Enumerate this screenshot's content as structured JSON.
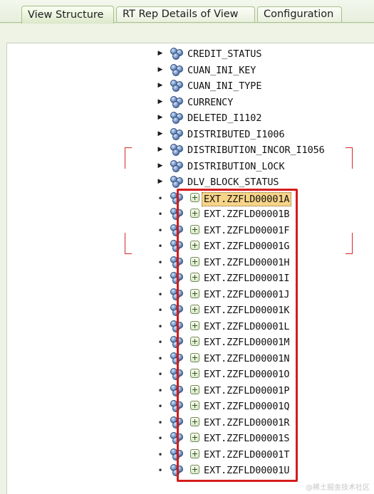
{
  "tabs": [
    {
      "label": "View Structure",
      "active": true
    },
    {
      "label": "RT Rep Details of View",
      "active": false
    },
    {
      "label": "Configuration",
      "active": false
    }
  ],
  "tree": {
    "fields": [
      {
        "label": "CREDIT_STATUS",
        "kind": "attribute",
        "expandable": true
      },
      {
        "label": "CUAN_INI_KEY",
        "kind": "attribute",
        "expandable": true
      },
      {
        "label": "CUAN_INI_TYPE",
        "kind": "attribute",
        "expandable": true
      },
      {
        "label": "CURRENCY",
        "kind": "attribute",
        "expandable": true
      },
      {
        "label": "DELETED_I1102",
        "kind": "attribute",
        "expandable": true
      },
      {
        "label": "DISTRIBUTED_I1006",
        "kind": "attribute",
        "expandable": true
      },
      {
        "label": "DISTRIBUTION_INCOR_I1056",
        "kind": "attribute",
        "expandable": true
      },
      {
        "label": "DISTRIBUTION_LOCK",
        "kind": "attribute",
        "expandable": true
      },
      {
        "label": "DLV_BLOCK_STATUS",
        "kind": "attribute",
        "expandable": true
      },
      {
        "label": "EXT.ZZFLD00001A",
        "kind": "extension",
        "expandable": false,
        "selected": true
      },
      {
        "label": "EXT.ZZFLD00001B",
        "kind": "extension",
        "expandable": false
      },
      {
        "label": "EXT.ZZFLD00001F",
        "kind": "extension",
        "expandable": false
      },
      {
        "label": "EXT.ZZFLD00001G",
        "kind": "extension",
        "expandable": false
      },
      {
        "label": "EXT.ZZFLD00001H",
        "kind": "extension",
        "expandable": false
      },
      {
        "label": "EXT.ZZFLD00001I",
        "kind": "extension",
        "expandable": false
      },
      {
        "label": "EXT.ZZFLD00001J",
        "kind": "extension",
        "expandable": false
      },
      {
        "label": "EXT.ZZFLD00001K",
        "kind": "extension",
        "expandable": false
      },
      {
        "label": "EXT.ZZFLD00001L",
        "kind": "extension",
        "expandable": false
      },
      {
        "label": "EXT.ZZFLD00001M",
        "kind": "extension",
        "expandable": false
      },
      {
        "label": "EXT.ZZFLD00001N",
        "kind": "extension",
        "expandable": false
      },
      {
        "label": "EXT.ZZFLD00001O",
        "kind": "extension",
        "expandable": false
      },
      {
        "label": "EXT.ZZFLD00001P",
        "kind": "extension",
        "expandable": false
      },
      {
        "label": "EXT.ZZFLD00001Q",
        "kind": "extension",
        "expandable": false
      },
      {
        "label": "EXT.ZZFLD00001R",
        "kind": "extension",
        "expandable": false
      },
      {
        "label": "EXT.ZZFLD00001S",
        "kind": "extension",
        "expandable": false
      },
      {
        "label": "EXT.ZZFLD00001T",
        "kind": "extension",
        "expandable": false
      },
      {
        "label": "EXT.ZZFLD00001U",
        "kind": "extension",
        "expandable": false
      }
    ]
  },
  "icons": {
    "expander": "caret-right-icon",
    "attribute": "attribute-node-icon",
    "extension": "plus-node-icon",
    "leaf": "bullet-icon"
  },
  "colors": {
    "annotation_red": "#d41c1c",
    "selection": "#f7d488",
    "tab_border": "#a9bd8a"
  },
  "watermark": "@稀土掘金技术社区"
}
